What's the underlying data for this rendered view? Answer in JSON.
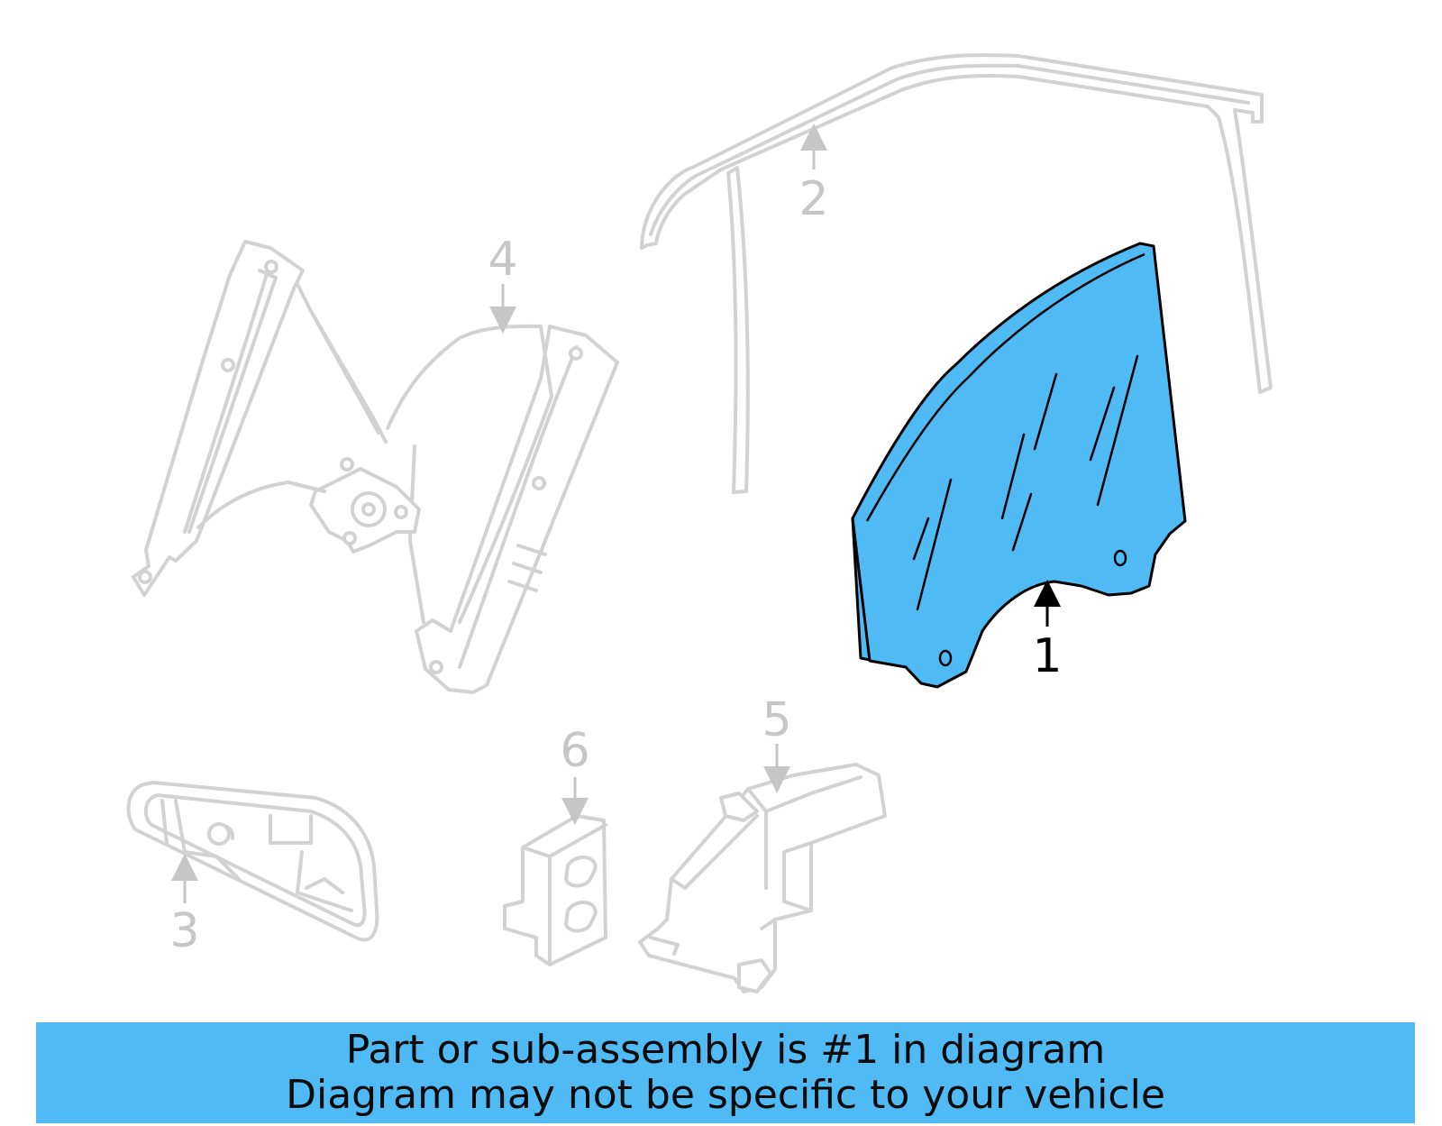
{
  "callouts": {
    "part_1": "1",
    "part_2": "2",
    "part_3": "3",
    "part_4": "4",
    "part_5": "5",
    "part_6": "6"
  },
  "banner": {
    "line1": "Part or sub-assembly is #1 in diagram",
    "line2": "Diagram may not be specific to your vehicle"
  },
  "colors": {
    "highlight": "#4fbaf4",
    "ghost_stroke": "#d2d2d2",
    "callout_gray": "#c6c6c6",
    "text": "#000000"
  }
}
